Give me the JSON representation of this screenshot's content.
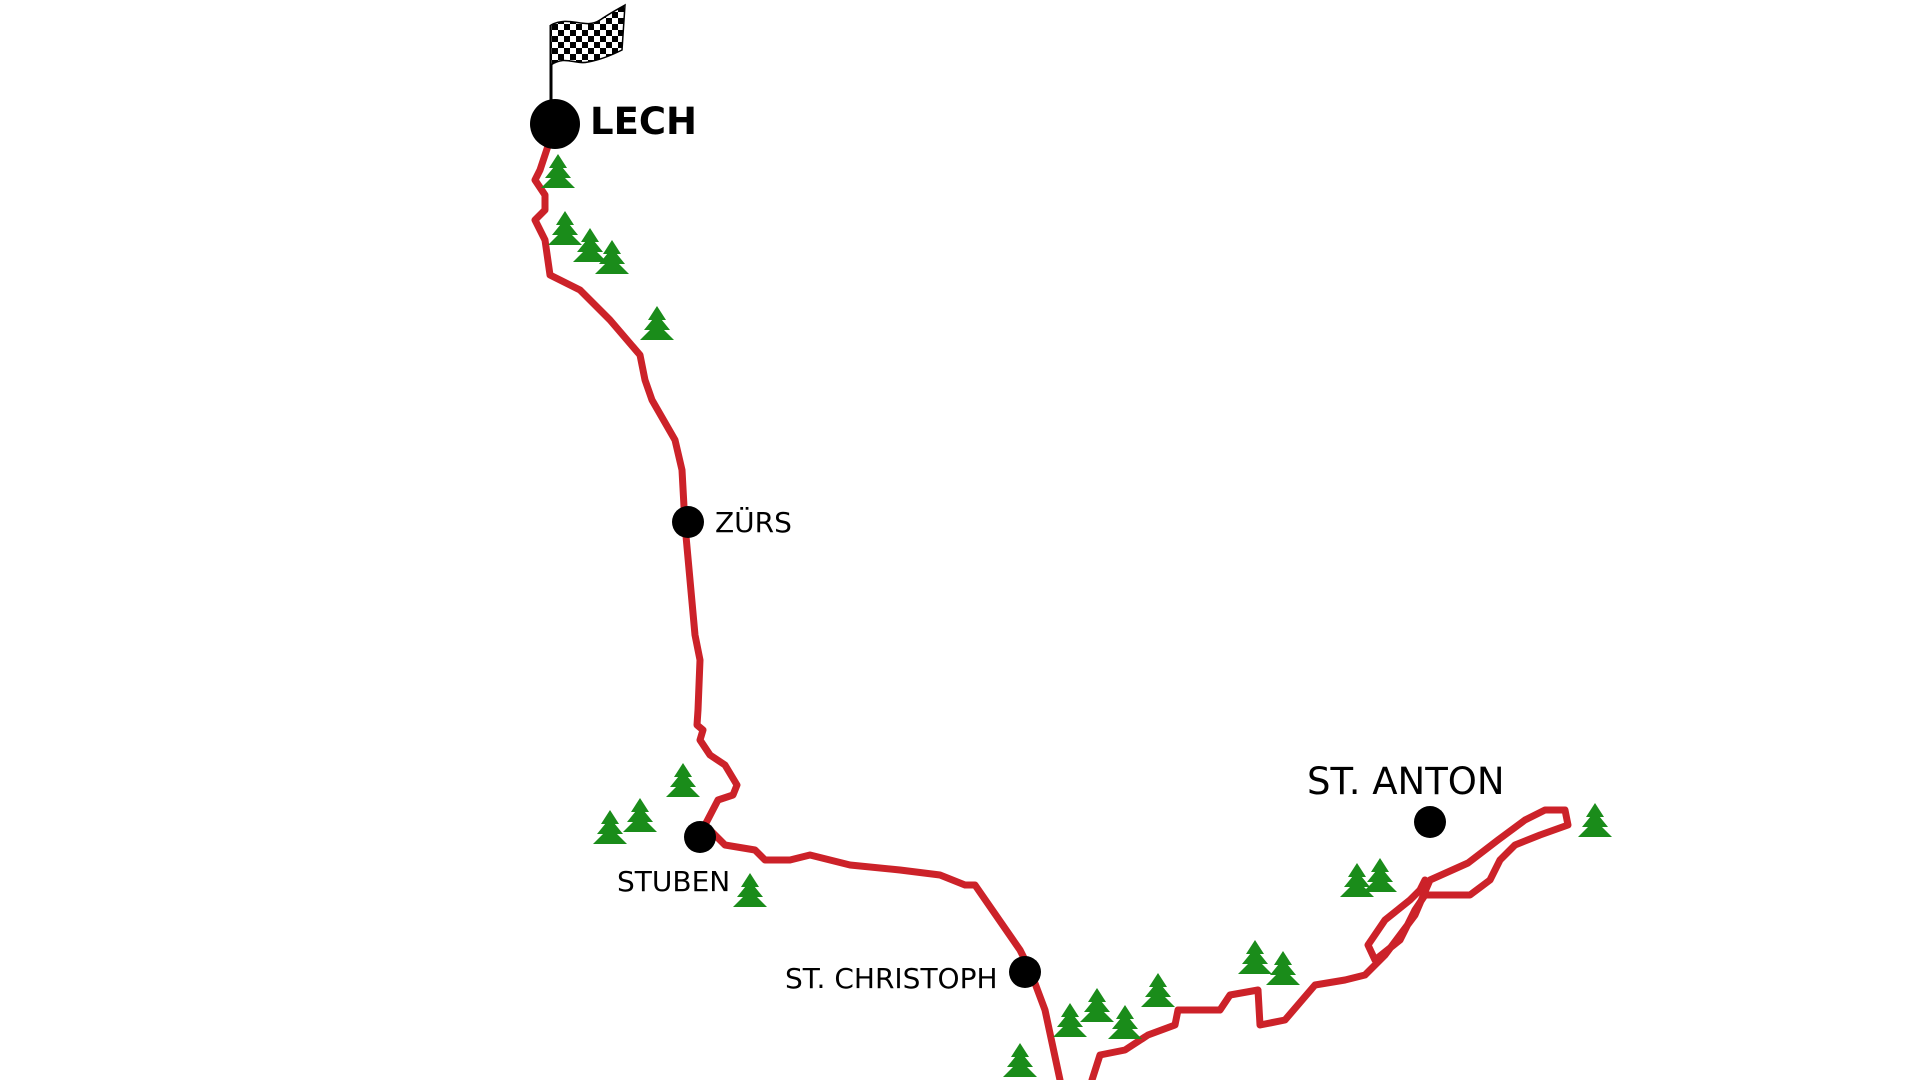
{
  "map": {
    "route_color": "#cc2229",
    "tree_color": "#1a8c1a",
    "point_color": "#000000"
  },
  "places": {
    "lech": "LECH",
    "zurs": "ZÜRS",
    "stuben": "STUBEN",
    "st_christoph": "ST. CHRISTOPH",
    "st_anton": "ST. ANTON"
  },
  "icons": {
    "finish": "checkered-flag-icon",
    "tree": "fir-tree-icon"
  }
}
